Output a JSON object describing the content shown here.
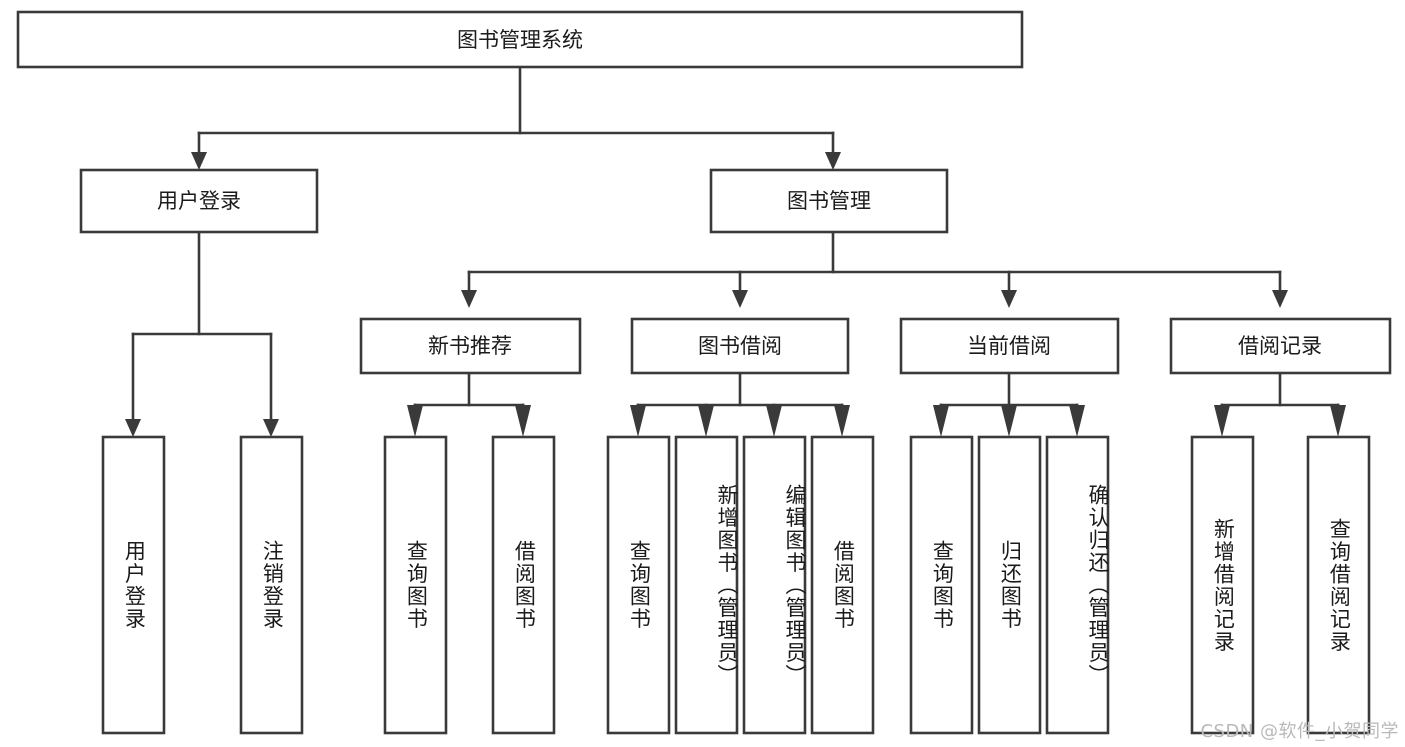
{
  "diagram": {
    "type": "tree",
    "title": "图书管理系统",
    "orientation": "top-down",
    "palette": {
      "background": "#ffffff",
      "box_fill": "#ffffff",
      "box_stroke": "#3a3a3a",
      "text": "#1b1b1b",
      "watermark": "#b9b9b9"
    },
    "root": {
      "label": "图书管理系统"
    },
    "level2": [
      {
        "id": "user-login",
        "label": "用户登录"
      },
      {
        "id": "book-manage",
        "label": "图书管理"
      }
    ],
    "level3": [
      {
        "id": "new-book-rec",
        "label": "新书推荐",
        "parent": "book-manage"
      },
      {
        "id": "book-borrow",
        "label": "图书借阅",
        "parent": "book-manage"
      },
      {
        "id": "current-borrow",
        "label": "当前借阅",
        "parent": "book-manage"
      },
      {
        "id": "borrow-record",
        "label": "借阅记录",
        "parent": "book-manage"
      }
    ],
    "leaves": {
      "user-login": [
        {
          "id": "leaf-user-login",
          "label": "用户登录"
        },
        {
          "id": "leaf-logout",
          "label": "注销登录"
        }
      ],
      "new-book-rec": [
        {
          "id": "leaf-query-book-1",
          "label": "查询图书"
        },
        {
          "id": "leaf-borrow-book-1",
          "label": "借阅图书"
        }
      ],
      "book-borrow": [
        {
          "id": "leaf-query-book-2",
          "label": "查询图书"
        },
        {
          "id": "leaf-add-book",
          "label": "新增图书（管理员）"
        },
        {
          "id": "leaf-edit-book",
          "label": "编辑图书（管理员）"
        },
        {
          "id": "leaf-borrow-book-2",
          "label": "借阅图书"
        }
      ],
      "current-borrow": [
        {
          "id": "leaf-query-book-3",
          "label": "查询图书"
        },
        {
          "id": "leaf-return-book",
          "label": "归还图书"
        },
        {
          "id": "leaf-confirm-return",
          "label": "确认归还（管理员）"
        }
      ],
      "borrow-record": [
        {
          "id": "leaf-add-record",
          "label": "新增借阅记录"
        },
        {
          "id": "leaf-query-record",
          "label": "查询借阅记录"
        }
      ]
    }
  },
  "watermark": {
    "text": "CSDN @软件_小贺同学"
  }
}
